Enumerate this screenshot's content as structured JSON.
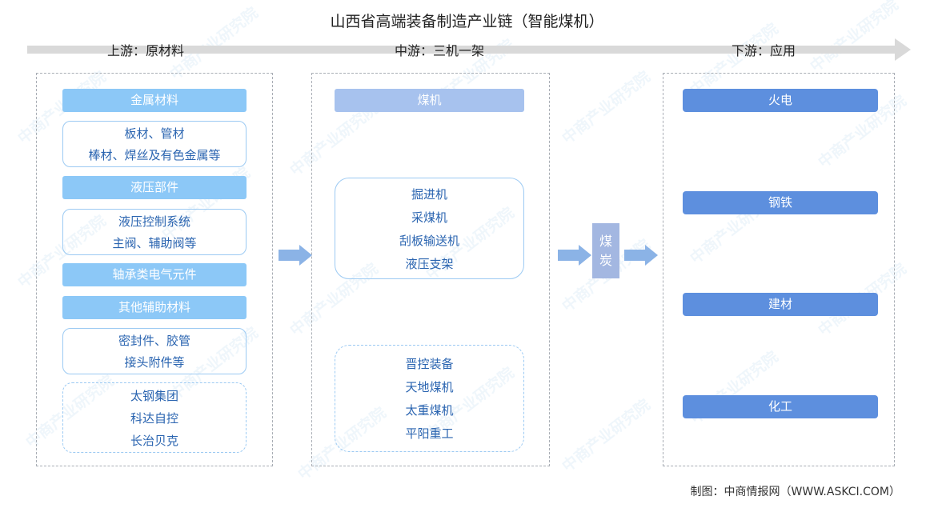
{
  "title": "山西省高端装备制造产业链（智能煤机）",
  "stages": {
    "upstream": "上游：原材料",
    "midstream": "中游：三机一架",
    "downstream": "下游：应用"
  },
  "upstream": {
    "metal_header": "金属材料",
    "metal_items": [
      "板材、管材",
      "棒材、焊丝及有色金属等"
    ],
    "hydraulic_header": "液压部件",
    "hydraulic_items": [
      "液压控制系统",
      "主阀、辅助阀等"
    ],
    "bearing_header": "轴承类电气元件",
    "other_header": "其他辅助材料",
    "other_items": [
      "密封件、胶管",
      "接头附件等"
    ],
    "companies": [
      "太钢集团",
      "科达自控",
      "长治贝克"
    ]
  },
  "midstream": {
    "header": "煤机",
    "machines": [
      "掘进机",
      "采煤机",
      "刮板输送机",
      "液压支架"
    ],
    "companies": [
      "晋控装备",
      "天地煤机",
      "太重煤机",
      "平阳重工"
    ]
  },
  "coal_label": [
    "煤",
    "炭"
  ],
  "downstream": {
    "items": [
      "火电",
      "钢铁",
      "建材",
      "化工"
    ]
  },
  "watermark": "中商产业研究院",
  "footer": "制图：中商情报网（WWW.ASKCI.COM）",
  "colors": {
    "light_blue": "#8cc8f7",
    "mid_blue": "#a7c2ee",
    "dark_blue": "#5d8fde",
    "text_blue": "#2a64b0"
  }
}
